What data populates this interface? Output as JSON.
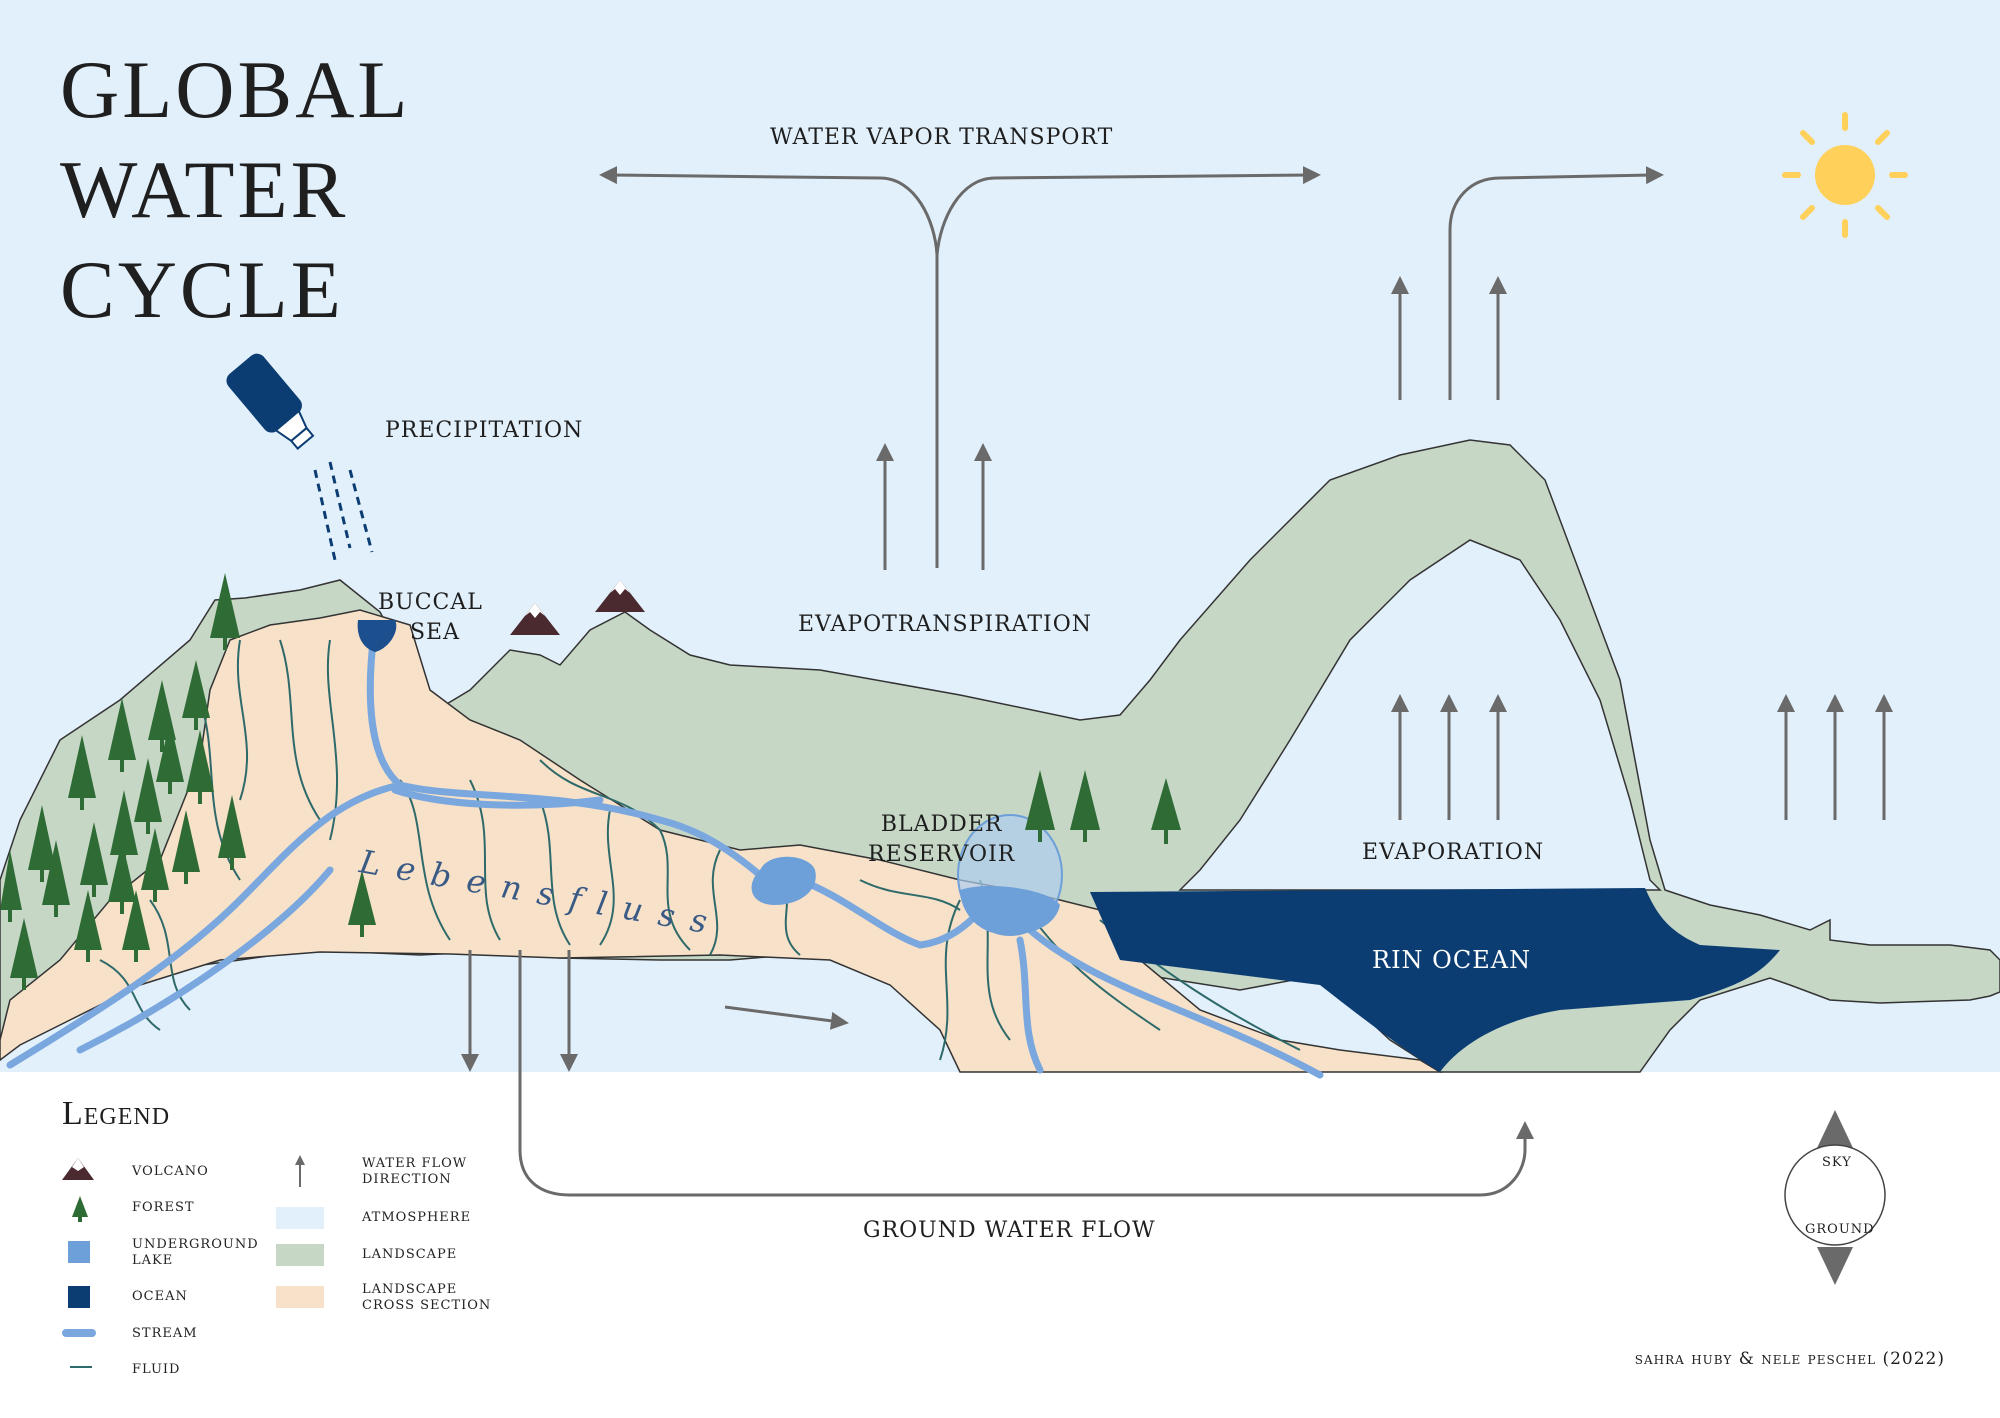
{
  "title": "GLOBAL\nWATER\nCYCLE",
  "labels": {
    "water_vapor_transport": "WATER VAPOR TRANSPORT",
    "precipitation": "PRECIPITATION",
    "buccal_sea": "BUCCAL\n    SEA",
    "evapotranspiration": "EVAPOTRANSPIRATION",
    "bladder_reservoir": "BLADDER\nRESERVOIR",
    "evaporation": "EVAPORATION",
    "rin_ocean": "RIN OCEAN",
    "lebensfluss": "Lebensfluss",
    "ground_water_flow": "GROUND WATER FLOW"
  },
  "legend": {
    "heading": "Legend",
    "items": [
      {
        "label": "VOLCANO",
        "icon": "volcano-icon"
      },
      {
        "label": "FOREST",
        "icon": "tree-icon"
      },
      {
        "label": "UNDERGROUND\nLAKE",
        "icon": "underground-lake-swatch"
      },
      {
        "label": "OCEAN",
        "icon": "ocean-swatch"
      },
      {
        "label": "STREAM",
        "icon": "stream-line"
      },
      {
        "label": "FLUID",
        "icon": "fluid-line"
      },
      {
        "label": "WATER FLOW\nDIRECTION",
        "icon": "arrow-up-icon"
      },
      {
        "label": "ATMOSPHERE",
        "icon": "atmosphere-swatch"
      },
      {
        "label": "LANDSCAPE",
        "icon": "landscape-swatch"
      },
      {
        "label": "LANDSCAPE\nCROSS SECTION",
        "icon": "cross-section-swatch"
      }
    ]
  },
  "compass": {
    "top": "SKY",
    "bottom": "GROUND"
  },
  "credit": "sahra huby & nele peschel (2022)",
  "colors": {
    "sky": "#e2f0fb",
    "landscape": "#c6d7c6",
    "cross_section": "#f7e1c9",
    "underground_lake": "#6d9fd8",
    "ocean": "#0c3d72",
    "stream": "#7aa7de",
    "fluid": "#2f6a6a",
    "tree": "#2f6b35",
    "arrow": "#6a6a6a",
    "sun": "#ffd05a"
  }
}
